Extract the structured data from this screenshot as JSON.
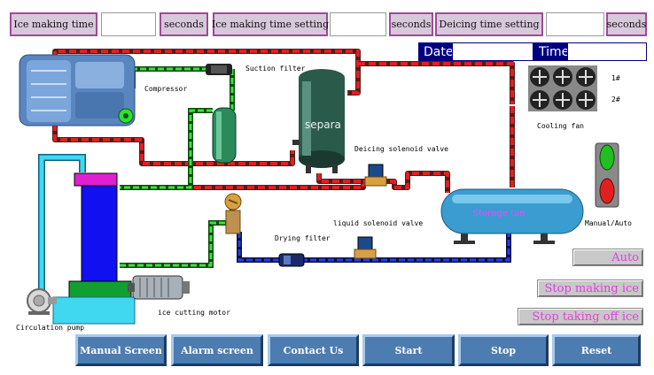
{
  "header": {
    "ice_making_time_label": "Ice making time",
    "ice_making_time_value": "",
    "seconds_1": "seconds",
    "ice_making_time_setting_label": "Ice making time setting",
    "ice_making_time_setting_value": "",
    "seconds_2": "seconds",
    "deicing_time_setting_label": "Deicing time setting",
    "deicing_time_setting_value": "",
    "seconds_3": "seconds"
  },
  "datetime": {
    "date_label": "Date",
    "date_value": "",
    "time_label": "Time",
    "time_value": ""
  },
  "diagram": {
    "compressor": "Compressor",
    "suction_filter": "Suction filter",
    "separator": "separa",
    "deicing_solenoid_valve": "Deicing solenoid valve",
    "cooling_fan": "Cooling fan",
    "fan_1": "1#",
    "fan_2": "2#",
    "storage_tank": "Storage tan",
    "liquid_solenoid_valve": "liquid solenoid valve",
    "drying_filter": "Drying filter",
    "ice_cutting_motor": "ice cutting motor",
    "circulation_pump": "Circulation pump",
    "manual_auto": "Manual/Auto"
  },
  "mode_buttons": {
    "auto": "Auto",
    "stop_making_ice": "Stop making ice",
    "stop_taking_off_ice": "Stop taking off ice"
  },
  "nav": {
    "manual_screen": "Manual Screen",
    "alarm_screen": "Alarm screen",
    "contact_us": "Contact Us",
    "start": "Start",
    "stop": "Stop",
    "reset": "Reset"
  },
  "colors": {
    "pipe_hot": "#e02020",
    "pipe_suction": "#30c030",
    "pipe_liquid": "#2040e0",
    "pipe_water": "#40d8f0",
    "label_bg": "#d8c8dc",
    "nav_button": "#4c7cb0",
    "indicator_green": "#20c020",
    "indicator_red": "#e02020"
  }
}
